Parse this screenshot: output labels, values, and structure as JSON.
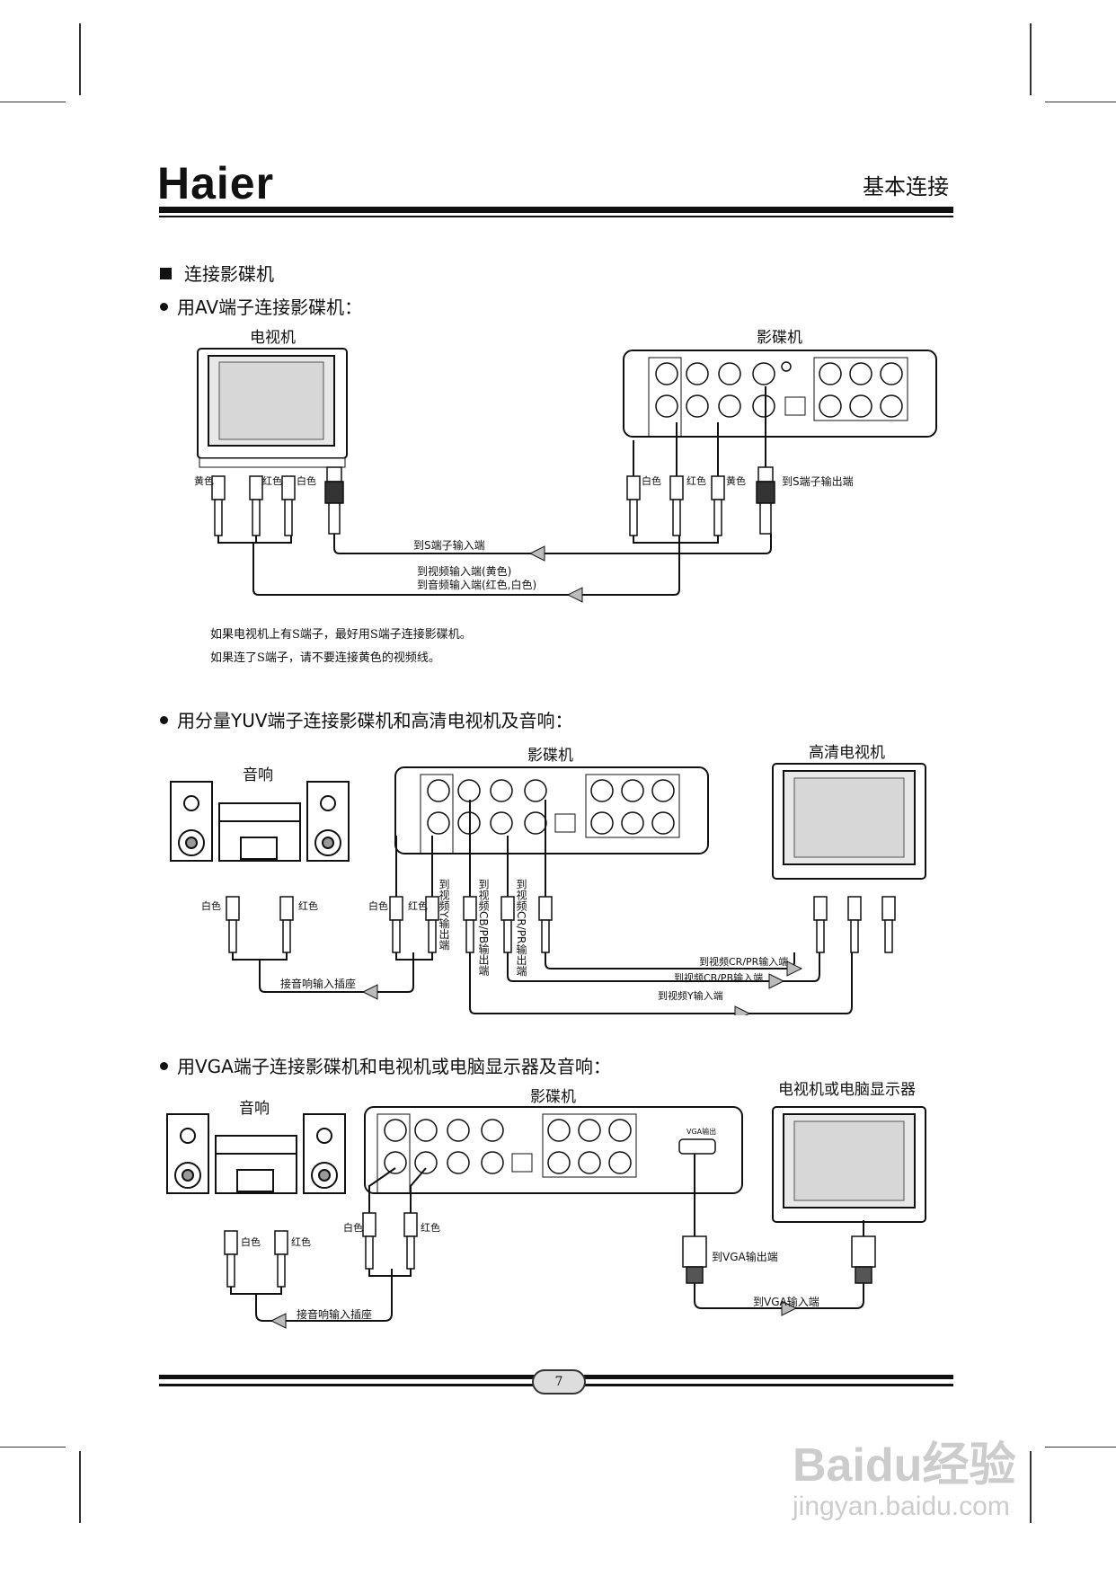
{
  "header": {
    "brand": "Haier",
    "page_title": "基本连接"
  },
  "section": {
    "title": "连接影碟机"
  },
  "av": {
    "bullet": "用AV端子连接影碟机：",
    "tv_label": "电视机",
    "player_label": "影碟机",
    "tv_plugs": [
      "黄色",
      "红色",
      "白色"
    ],
    "player_plugs": [
      "白色",
      "红色",
      "黄色"
    ],
    "player_s_label": "到S端子输出端",
    "s_in_label": "到S端子输入端",
    "video_in_label": "到视频输入端(黄色)",
    "audio_in_label": "到音频输入端(红色,白色)",
    "notes": [
      "如果电视机上有S端子，最好用S端子连接影碟机。",
      "如果连了S端子，请不要连接黄色的视频线。"
    ]
  },
  "yuv": {
    "bullet": "用分量YUV端子连接影碟机和高清电视机及音响：",
    "player_label": "影碟机",
    "hdtv_label": "高清电视机",
    "speaker_label": "音响",
    "speaker_plugs": [
      "白色",
      "红色"
    ],
    "player_audio_plugs": [
      "白色",
      "红色"
    ],
    "vertical_labels": [
      "到视频Y输出端",
      "到视频CB/PB输出端",
      "到视频CR/PR输出端"
    ],
    "speaker_in_label": "接音响输入插座",
    "cr_in_label": "到视频CR/PR输入端",
    "cb_in_label": "到视频CB/PB输入端",
    "y_in_label": "到视频Y输入端"
  },
  "vga": {
    "bullet": "用VGA端子连接影碟机和电视机或电脑显示器及音响：",
    "player_label": "影碟机",
    "monitor_label": "电视机或电脑显示器",
    "speaker_label": "音响",
    "speaker_plugs": [
      "白色",
      "红色"
    ],
    "player_audio_plugs": [
      "白色",
      "红色"
    ],
    "speaker_in_label": "接音响输入插座",
    "vga_out_label": "到VGA输出端",
    "vga_in_label": "到VGA输入端",
    "vga_port_label": "VGA输出"
  },
  "footer": {
    "page_number": "7"
  },
  "watermark": {
    "brand": "Baidu经验",
    "url": "jingyan.baidu.com"
  }
}
